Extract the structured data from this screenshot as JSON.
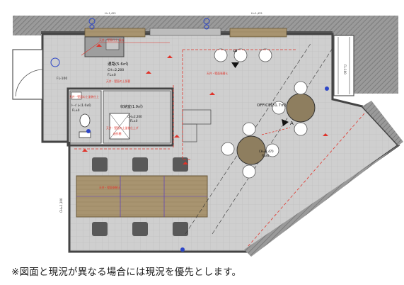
{
  "plan": {
    "rooms": {
      "corridor": {
        "name": "通路(5.6㎡)",
        "ceiling": "CH=2,200",
        "floor": "FL±0"
      },
      "storage": {
        "name": "収納室(1.9㎡)",
        "ceiling": "CH=2,200",
        "floor": "FL±0"
      },
      "toilet": {
        "name": "トイレ(1.0㎡)",
        "floor": "FL±0"
      },
      "office": {
        "name": "OFFICE(31.7㎡)",
        "ceiling": "CH=2,470",
        "floor": "FL±0"
      }
    },
    "labels": {
      "entrance_level": "FL-100",
      "window_level": "FL-100",
      "wall_dim": "CH=1,100",
      "section_b": "B",
      "section_a": "A",
      "dim_top_left": "H=1,425",
      "dim_top_right": "H=1,425"
    },
    "red_notes": {
      "n1": "天井・壁面仕上 既存",
      "n2": "天井・壁面の上張替",
      "n3": "天井・壁面の上塗装仕上",
      "n4": "天井・壁面張替え",
      "n5": "天井・壁面の上塗装仕上げ",
      "n6": "造作棚",
      "n7": "天井・壁面張替え"
    },
    "colors": {
      "wall": "#7d7d7d",
      "floor": "#cdcdcd",
      "counter": "#a89470",
      "table": "#8e7e5f",
      "chair": "#595959",
      "annotation": "#e0332a",
      "fixture": "#2d46c7"
    }
  },
  "footer": {
    "note": "※図面と現況が異なる場合には現況を優先とします。"
  }
}
